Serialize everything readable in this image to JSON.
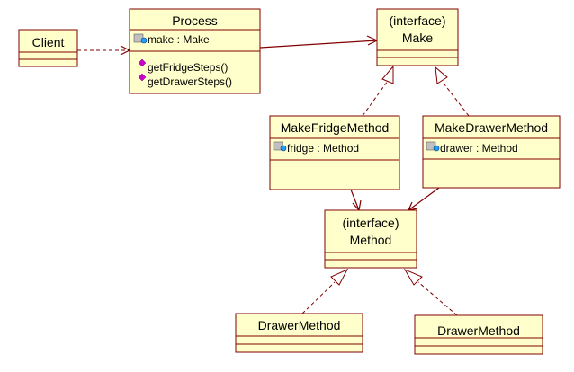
{
  "classes": {
    "client": {
      "name": "Client"
    },
    "process": {
      "name": "Process",
      "attribute": "make : Make",
      "operations": [
        "getFridgeSteps()",
        "getDrawerSteps()"
      ]
    },
    "make": {
      "stereotype": "(interface)",
      "name": "Make"
    },
    "make_fridge_method": {
      "name": "MakeFridgeMethod",
      "attribute": "fridge : Method"
    },
    "make_drawer_method": {
      "name": "MakeDrawerMethod",
      "attribute": "drawer : Method"
    },
    "method": {
      "stereotype": "(interface)",
      "name": "Method"
    },
    "drawer_method_left": {
      "name": "DrawerMethod"
    },
    "drawer_method_right": {
      "name": "DrawerMethod"
    }
  },
  "colors": {
    "box_fill": "#ffffcc",
    "box_border": "#800000",
    "operation_marker": "#cc00cc"
  },
  "icons": {
    "attribute_marker": "private-attribute-icon",
    "operation_marker": "public-operation-icon"
  }
}
